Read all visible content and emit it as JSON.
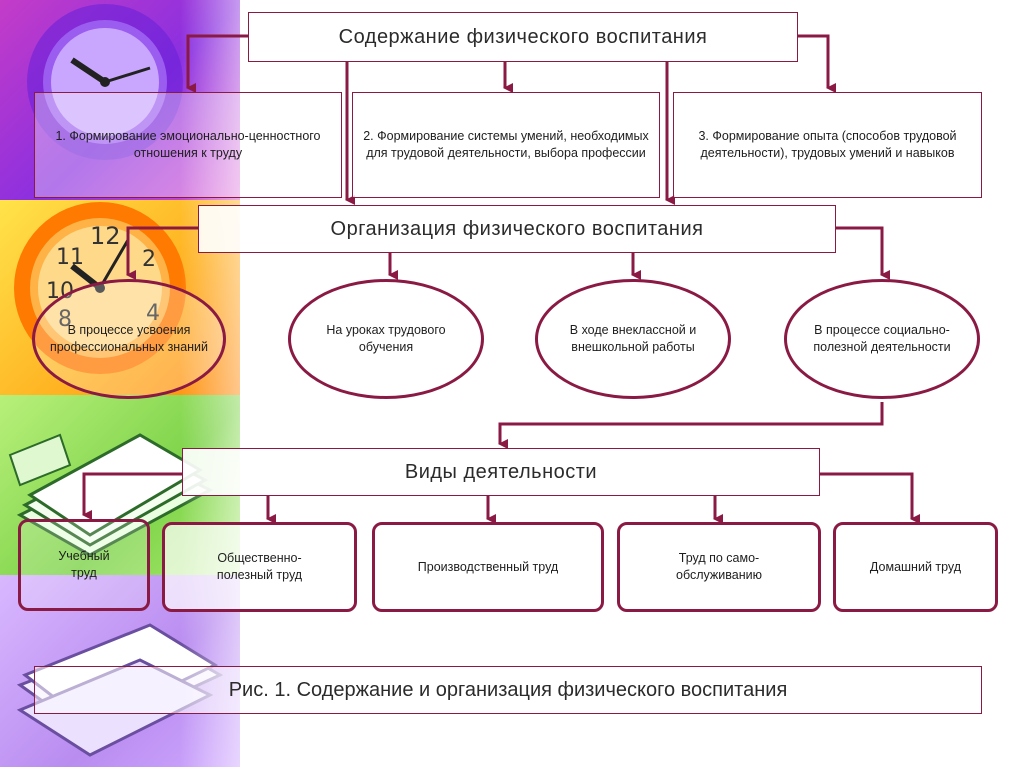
{
  "colors": {
    "accent": "#8a1a44"
  },
  "icons": [
    "clock-purple",
    "clock-orange",
    "papers-green",
    "papers-lilac"
  ],
  "diagram": {
    "content_title": "Содержание  физического  воспитания",
    "content_items": [
      "1. Формирование      эмоционально-ценностного отношения к труду",
      "2. Формирование системы умений, необходимых для трудовой деятельности, выбора профессии",
      "3. Формирование опыта (способов трудовой деятельности), трудовых умений и навыков"
    ],
    "organization_title": "Организация  физического  воспитания",
    "organization_items": [
      "В процессе  усвоения профессиональных знаний",
      "На уроках трудового обучения",
      "В ходе внеклассной и внешкольной работы",
      "В процессе  социально-полезной деятельности"
    ],
    "activities_title": "Виды  деятельности",
    "activity_items": [
      "Учебный труд",
      "Общественно-полезный труд",
      "Производственный труд",
      "Труд по само-обслуживанию",
      "Домашний труд"
    ],
    "caption": "Рис. 1. Содержание и организация  физического воспитания"
  }
}
